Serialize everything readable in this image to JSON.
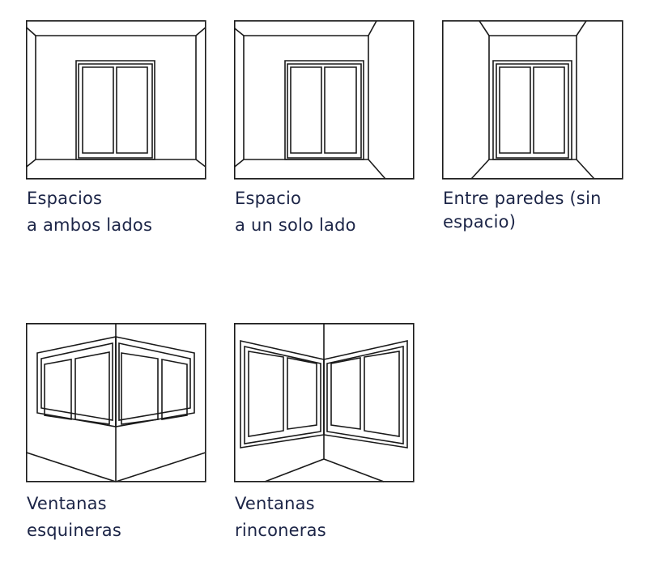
{
  "colors": {
    "line": "#1a1a1a",
    "caption_text": "#1c2547",
    "background": "#ffffff"
  },
  "items": [
    {
      "id": "espacios-ambos-lados",
      "caption_line1": "Espacios",
      "caption_line2": "a ambos lados"
    },
    {
      "id": "espacio-un-solo-lado",
      "caption_line1": "Espacio",
      "caption_line2": "a un solo lado"
    },
    {
      "id": "entre-paredes",
      "caption_line1": "Entre paredes (sin",
      "caption_line2": "espacio)"
    },
    {
      "id": "ventanas-esquineras",
      "caption_line1": "Ventanas",
      "caption_line2": "esquineras"
    },
    {
      "id": "ventanas-rinconeras",
      "caption_line1": "Ventanas",
      "caption_line2": "rinconeras"
    }
  ]
}
